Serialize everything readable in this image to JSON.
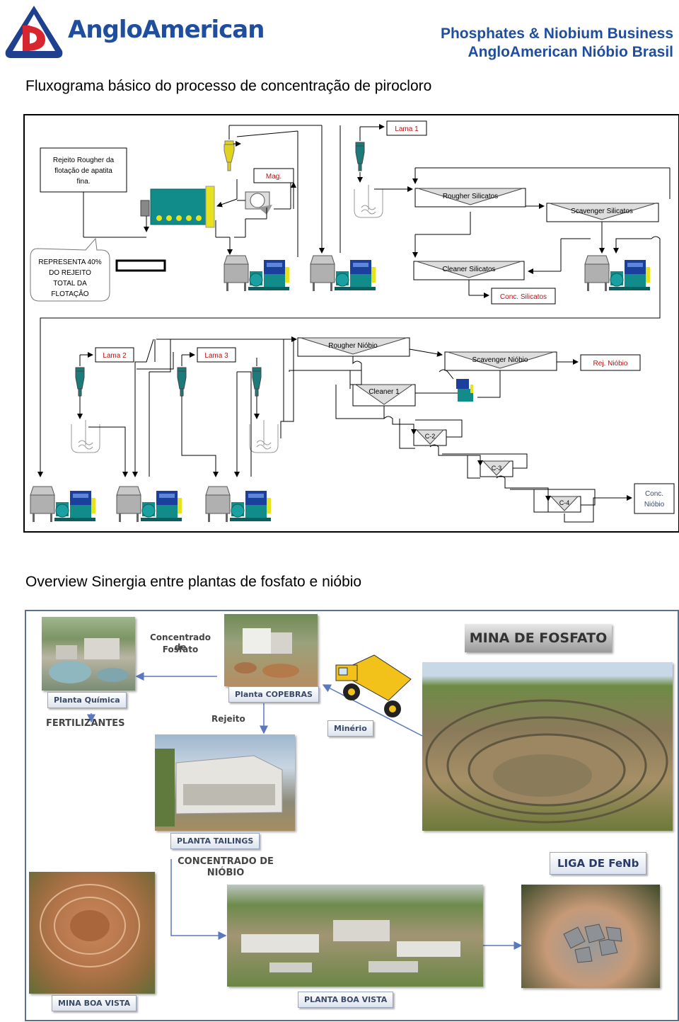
{
  "header": {
    "brand": "AngloAmerican",
    "line1": "Phosphates & Niobium Business",
    "line2": "AngloAmerican Nióbio Brasil"
  },
  "section1": {
    "title": "Fluxograma básico do processo de concentração de pirocloro",
    "labels": {
      "rejeito_rougher": [
        "Rejeito Rougher da",
        "flotação de apatita",
        "fina."
      ],
      "representa": [
        "REPRESENTA 40%",
        "DO REJEITO",
        "TOTAL DA",
        "FLOTAÇÃO"
      ],
      "mag": "Mag.",
      "lama1": "Lama 1",
      "lama2": "Lama 2",
      "lama3": "Lama 3",
      "rougher_silicatos": "Rougher Silicatos",
      "scavenger_silicatos": "Scavenger Silicatos",
      "cleaner_silicatos": "Cleaner Silicatos",
      "conc_silicatos": "Conc. Silicatos",
      "rougher_niobio": "Rougher Nióbio",
      "scavenger_niobio": "Scavenger Nióbio",
      "rej_niobio": "Rej. Nióbio",
      "cleaner1": "Cleaner 1",
      "c2": "C-2",
      "c3": "C-3",
      "c4": "C-4",
      "conc_niobio": [
        "Conc.",
        "Nióbio"
      ]
    }
  },
  "section2": {
    "title": "Overview Sinergia entre plantas de fosfato e nióbio",
    "labels": {
      "concentrado_fosfato": [
        "Concentrado de",
        "Fosfato"
      ],
      "planta_quimica": "Planta Química",
      "planta_copebras": "Planta COPEBRAS",
      "fertilizantes": "FERTILIZANTES",
      "rejeito": "Rejeito",
      "minerio": "Minério",
      "mina_de_fosfato": "MINA DE FOSFATO",
      "planta_tailings": "PLANTA TAILINGS",
      "concentrado_niobio": [
        "CONCENTRADO DE",
        "NIÓBIO"
      ],
      "liga_fenb": "LIGA DE FeNb",
      "mina_boa_vista": "MINA BOA VISTA",
      "planta_boa_vista": "PLANTA BOA VISTA"
    }
  }
}
